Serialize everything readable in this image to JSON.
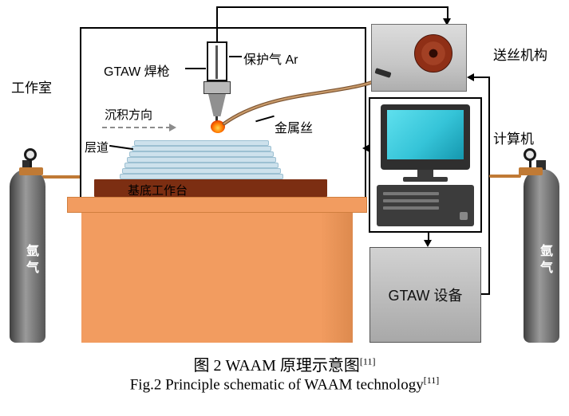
{
  "labels": {
    "chamber": "工作室",
    "torch": "GTAW 焊枪",
    "shield_gas": "保护气 Ar",
    "deposition": "沉积方向",
    "layers": "层道",
    "substrate": "基底工作台",
    "metal_wire": "金属丝",
    "wire_feeder": "送丝机构",
    "computer": "计算机",
    "equipment": "GTAW 设备",
    "argon_left": "氩气",
    "argon_right": "氩气"
  },
  "caption": {
    "zh_text": "图 2  WAAM 原理示意图",
    "zh_ref": "[11]",
    "en_text": "Fig.2  Principle schematic of WAAM technology",
    "en_ref": "[11]"
  },
  "colors": {
    "table": "#f29c60",
    "substrate": "#7c2e12",
    "layers": "#cde1ec",
    "spool": "#8f2f16",
    "screen": "#35c4d8",
    "arc": "#ff7a00",
    "copper": "#c07a35",
    "panel_gray": "#c6c6c6"
  }
}
